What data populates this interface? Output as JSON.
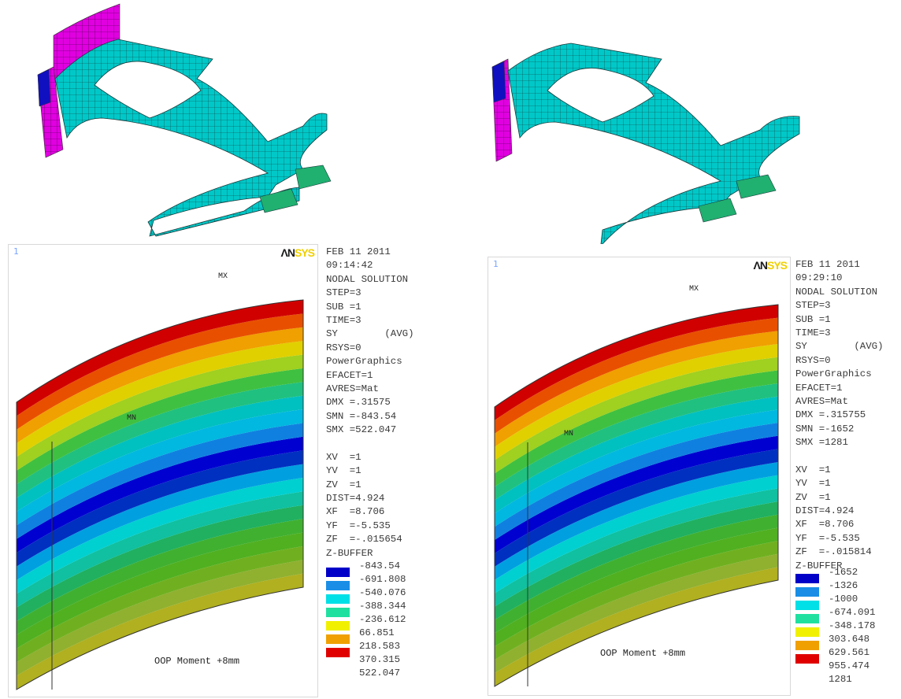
{
  "left": {
    "win_num": "1",
    "logo_a": "ΛN",
    "logo_b": "SYS",
    "mx_label": "MX",
    "mn_label": "MN",
    "caption": "OOP Moment +8mm",
    "info": [
      "FEB 11 2011",
      "09:14:42",
      "NODAL SOLUTION",
      "STEP=3",
      "SUB =1",
      "TIME=3",
      "SY        (AVG)",
      "RSYS=0",
      "PowerGraphics",
      "EFACET=1",
      "AVRES=Mat",
      "DMX =.31575",
      "SMN =-843.54",
      "SMX =522.047",
      "",
      "XV  =1",
      "YV  =1",
      "ZV  =1",
      "DIST=4.924",
      "XF  =8.706",
      "YF  =-5.535",
      "ZF  =-.015654",
      "Z-BUFFER"
    ],
    "legend": [
      "-843.54",
      "-691.808",
      "-540.076",
      "-388.344",
      "-236.612",
      "66.851",
      "218.583",
      "370.315",
      "522.047"
    ]
  },
  "right": {
    "win_num": "1",
    "logo_a": "ΛN",
    "logo_b": "SYS",
    "mx_label": "MX",
    "mn_label": "MN",
    "caption": "OOP Moment +8mm",
    "info": [
      "FEB 11 2011",
      "09:29:10",
      "NODAL SOLUTION",
      "STEP=3",
      "SUB =1",
      "TIME=3",
      "SY        (AVG)",
      "RSYS=0",
      "PowerGraphics",
      "EFACET=1",
      "AVRES=Mat",
      "DMX =.315755",
      "SMN =-1652",
      "SMX =1281",
      "",
      "XV  =1",
      "YV  =1",
      "ZV  =1",
      "DIST=4.924",
      "XF  =8.706",
      "YF  =-5.535",
      "ZF  =-.015814",
      "Z-BUFFER"
    ],
    "legend": [
      "-1652",
      "-1326",
      "-1000",
      "-674.091",
      "-348.178",
      "303.648",
      "629.561",
      "955.474",
      "1281"
    ]
  },
  "legend_colors": [
    "#0000c8",
    "#1a8ee6",
    "#00e0e6",
    "#20e0a0",
    "#f0f000",
    "#f0a000",
    "#e00000"
  ],
  "band_colors": [
    "#d00000",
    "#e85000",
    "#f0a000",
    "#e0d000",
    "#a0d020",
    "#40c040",
    "#20c080",
    "#00c0c0",
    "#00b8e0",
    "#1080e0",
    "#0000d0",
    "#0030c0",
    "#00a0e0",
    "#00d0d0",
    "#10c0a0",
    "#20b060",
    "#40b030",
    "#50b020",
    "#70b020",
    "#90b030",
    "#b0b020"
  ]
}
